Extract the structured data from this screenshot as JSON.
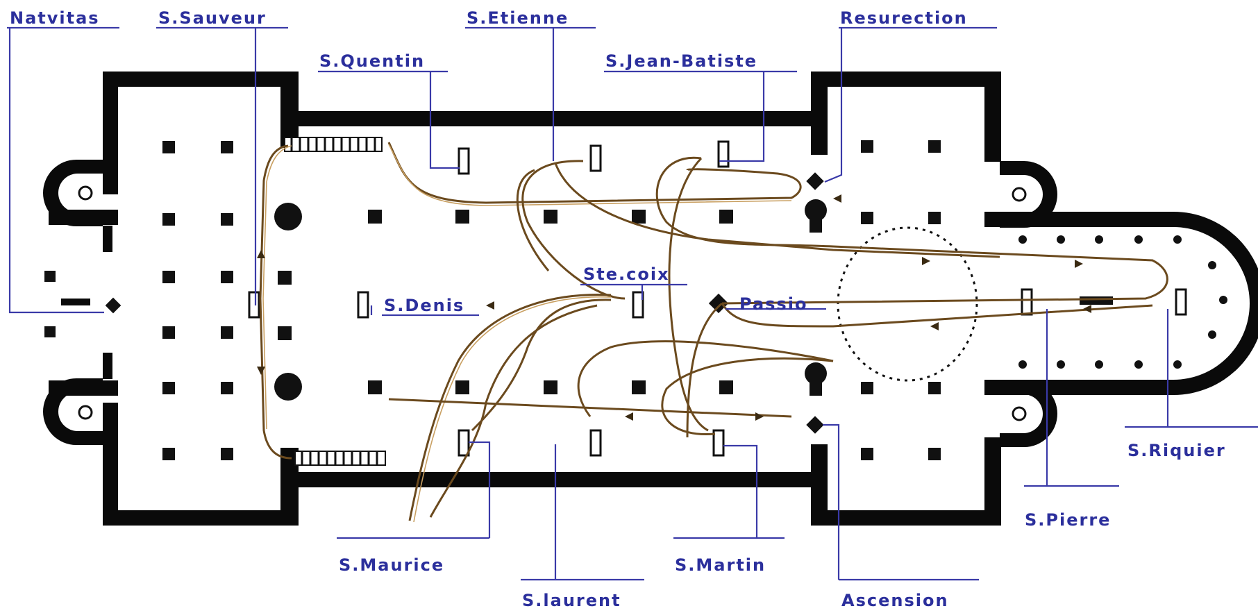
{
  "labels": {
    "nativitas": "Natvitas",
    "s_sauveur": "S.Sauveur",
    "s_quentin": "S.Quentin",
    "s_etienne": "S.Etienne",
    "s_jean_batiste": "S.Jean-Batiste",
    "resurection": "Resurection",
    "ste_croix": "Ste.coix",
    "passio": "Passio",
    "s_denis": "S.Denis",
    "s_riquier": "S.Riquier",
    "s_pierre": "S.Pierre",
    "s_maurice": "S.Maurice",
    "s_laurent": "S.laurent",
    "s_martin": "S.Martin",
    "ascension": "Ascension"
  },
  "colors": {
    "walls": "#0a0a0a",
    "leader_lines": "#3a3aa8",
    "label_text": "#2b2f9c",
    "procession_route": "#6b4a1e",
    "background": "#ffffff"
  }
}
